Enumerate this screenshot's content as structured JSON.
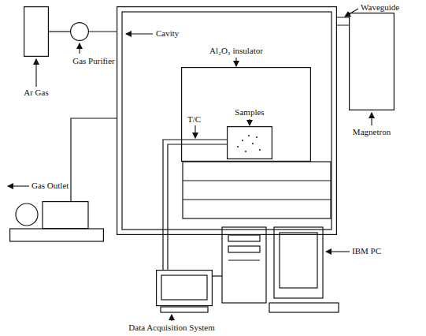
{
  "diagram": {
    "nodes": [
      {
        "text": [
          "Ar Gas"
        ]
      },
      {
        "text": [
          "Gas Purifier"
        ]
      },
      {
        "text": [
          "Cavity"
        ]
      },
      {
        "text": [
          "Al₂O₃ insulator"
        ],
        "in": 2
      },
      {
        "text": [
          "Samples"
        ],
        "in": 3
      },
      {
        "text": [
          "Magnetron"
        ]
      },
      {
        "text": [
          "Gas Outlet"
        ]
      },
      {
        "text": [
          "Data Acquisition System"
        ]
      },
      {
        "text": [
          "IBM PC"
        ]
      }
    ],
    "edges": [
      {
        "from": 0,
        "to": 1,
        "arrow": "none"
      },
      {
        "from": 1,
        "to": 2,
        "arrow": "none"
      },
      {
        "from": 2,
        "to": 5,
        "arrow": "none"
      },
      {
        "from": 2,
        "to": 6,
        "arrow": "none"
      },
      {
        "from": 7,
        "to": 8,
        "arrow": "none"
      }
    ],
    "labels": [
      "Waveguide",
      "T/C"
    ]
  }
}
